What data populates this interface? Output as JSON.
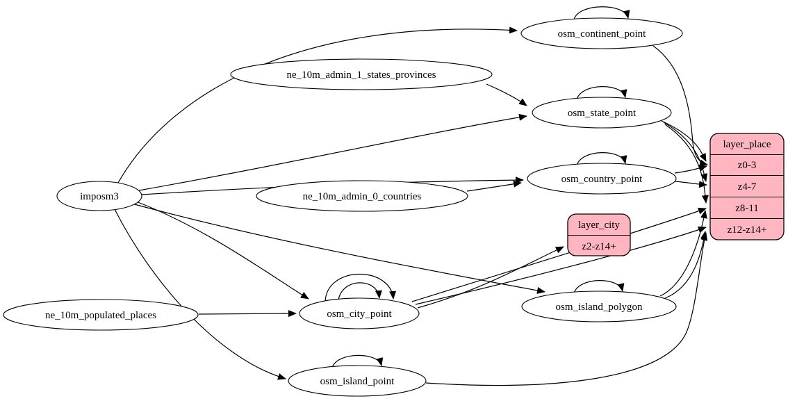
{
  "diagram_type": "etl-mapping-graph",
  "colors": {
    "background": "#ffffff",
    "record_fill": "#ffb6c1",
    "node_fill": "#ffffff",
    "edge": "#000000",
    "text": "#000000"
  },
  "nodes": {
    "imposm3": {
      "label": "imposm3",
      "shape": "ellipse"
    },
    "ne_10m_admin_1_states_provinces": {
      "label": "ne_10m_admin_1_states_provinces",
      "shape": "ellipse"
    },
    "ne_10m_admin_0_countries": {
      "label": "ne_10m_admin_0_countries",
      "shape": "ellipse"
    },
    "ne_10m_populated_places": {
      "label": "ne_10m_populated_places",
      "shape": "ellipse"
    },
    "osm_continent_point": {
      "label": "osm_continent_point",
      "shape": "ellipse"
    },
    "osm_state_point": {
      "label": "osm_state_point",
      "shape": "ellipse"
    },
    "osm_country_point": {
      "label": "osm_country_point",
      "shape": "ellipse"
    },
    "osm_city_point": {
      "label": "osm_city_point",
      "shape": "ellipse"
    },
    "osm_island_polygon": {
      "label": "osm_island_polygon",
      "shape": "ellipse"
    },
    "osm_island_point": {
      "label": "osm_island_point",
      "shape": "ellipse"
    }
  },
  "records": {
    "layer_place": {
      "title": "layer_place",
      "rows": [
        "z0-3",
        "z4-7",
        "z8-11",
        "z12-z14+"
      ]
    },
    "layer_city": {
      "title": "layer_city",
      "rows": [
        "z2-z14+"
      ]
    }
  },
  "edges": [
    {
      "from": "imposm3",
      "to": "osm_continent_point"
    },
    {
      "from": "imposm3",
      "to": "osm_state_point"
    },
    {
      "from": "imposm3",
      "to": "osm_country_point"
    },
    {
      "from": "imposm3",
      "to": "osm_city_point"
    },
    {
      "from": "imposm3",
      "to": "osm_island_polygon"
    },
    {
      "from": "imposm3",
      "to": "osm_island_point"
    },
    {
      "from": "ne_10m_admin_1_states_provinces",
      "to": "osm_state_point"
    },
    {
      "from": "ne_10m_admin_0_countries",
      "to": "osm_country_point"
    },
    {
      "from": "ne_10m_populated_places",
      "to": "osm_city_point"
    },
    {
      "from": "osm_continent_point",
      "to": "osm_continent_point"
    },
    {
      "from": "osm_state_point",
      "to": "osm_state_point"
    },
    {
      "from": "osm_country_point",
      "to": "osm_country_point"
    },
    {
      "from": "osm_city_point",
      "to": "osm_city_point"
    },
    {
      "from": "osm_city_point",
      "to": "osm_city_point"
    },
    {
      "from": "osm_island_polygon",
      "to": "osm_island_polygon"
    },
    {
      "from": "osm_island_point",
      "to": "osm_island_point"
    },
    {
      "from": "osm_continent_point",
      "to": "layer_place.z0-3"
    },
    {
      "from": "osm_country_point",
      "to": "layer_place.z0-3"
    },
    {
      "from": "osm_country_point",
      "to": "layer_place.z4-7"
    },
    {
      "from": "osm_state_point",
      "to": "layer_place.z0-3"
    },
    {
      "from": "osm_state_point",
      "to": "layer_place.z4-7"
    },
    {
      "from": "osm_state_point",
      "to": "layer_place.z8-11"
    },
    {
      "from": "osm_city_point",
      "to": "layer_city.z2-z14+"
    },
    {
      "from": "osm_city_point",
      "to": "layer_place.z8-11"
    },
    {
      "from": "osm_city_point",
      "to": "layer_place.z12-z14+"
    },
    {
      "from": "osm_island_polygon",
      "to": "layer_place.z8-11"
    },
    {
      "from": "osm_island_polygon",
      "to": "layer_place.z12-z14+"
    },
    {
      "from": "osm_island_point",
      "to": "layer_place.z12-z14+"
    }
  ]
}
